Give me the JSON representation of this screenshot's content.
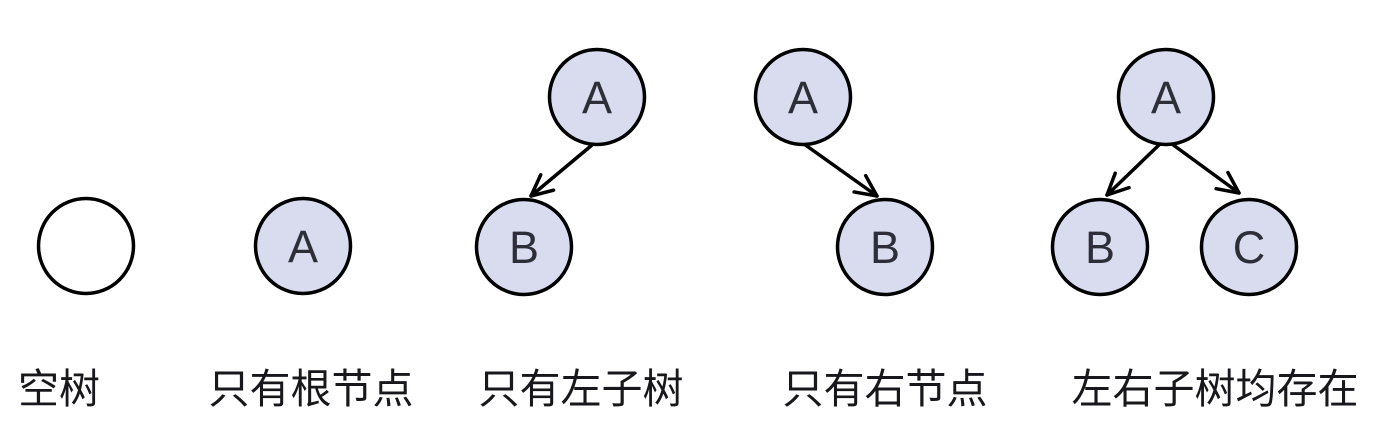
{
  "diagram_type": "binary-tree-shapes",
  "colors": {
    "background": "#ffffff",
    "node_fill": "#d9dcef",
    "empty_node_fill": "#ffffff",
    "node_stroke": "#000000",
    "node_text": "#2e2e38",
    "label_text": "#17171c",
    "arrow": "#000000"
  },
  "trees": [
    {
      "name": "empty-tree",
      "label": "空树",
      "nodes": [],
      "edges": []
    },
    {
      "name": "root-only",
      "label": "只有根节点",
      "nodes": [
        {
          "text": "A"
        }
      ],
      "edges": []
    },
    {
      "name": "left-subtree-only",
      "label": "只有左子树",
      "nodes": [
        {
          "text": "A"
        },
        {
          "text": "B"
        }
      ],
      "edges": [
        {
          "from": "A",
          "to": "B",
          "side": "left"
        }
      ]
    },
    {
      "name": "right-node-only",
      "label": "只有右节点",
      "nodes": [
        {
          "text": "A"
        },
        {
          "text": "B"
        }
      ],
      "edges": [
        {
          "from": "A",
          "to": "B",
          "side": "right"
        }
      ]
    },
    {
      "name": "both-subtrees",
      "label": "左右子树均存在",
      "nodes": [
        {
          "text": "A"
        },
        {
          "text": "B"
        },
        {
          "text": "C"
        }
      ],
      "edges": [
        {
          "from": "A",
          "to": "B",
          "side": "left"
        },
        {
          "from": "A",
          "to": "C",
          "side": "right"
        }
      ]
    }
  ]
}
